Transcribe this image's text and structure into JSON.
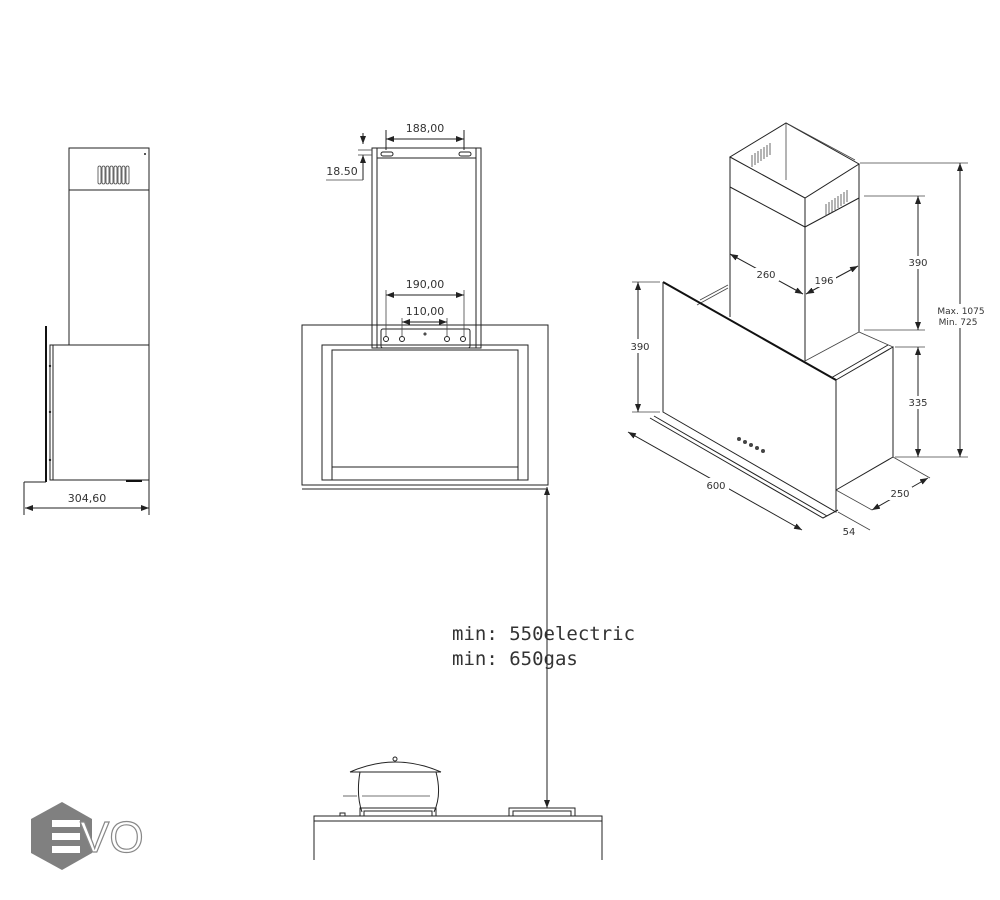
{
  "side_view": {
    "width_label": "304,60"
  },
  "front_view": {
    "top_holes_label": "188,00",
    "top_offset_label": "18.50",
    "bracket_outer_label": "190,00",
    "bracket_inner_label": "110,00"
  },
  "clearance": {
    "electric_label": "min: 550electric",
    "gas_label": "min: 650gas"
  },
  "iso_view": {
    "panel_height_label": "390",
    "chimney_width_label": "260",
    "chimney_depth_label": "196",
    "chimney_height_label": "390",
    "body_height_label": "335",
    "max_height_label": "Max. 1075",
    "min_height_label": "Min. 725",
    "width_label": "600",
    "depth_label": "250",
    "glass_depth_label": "54"
  },
  "logo": {
    "text": "EVO",
    "color": "#808080"
  }
}
